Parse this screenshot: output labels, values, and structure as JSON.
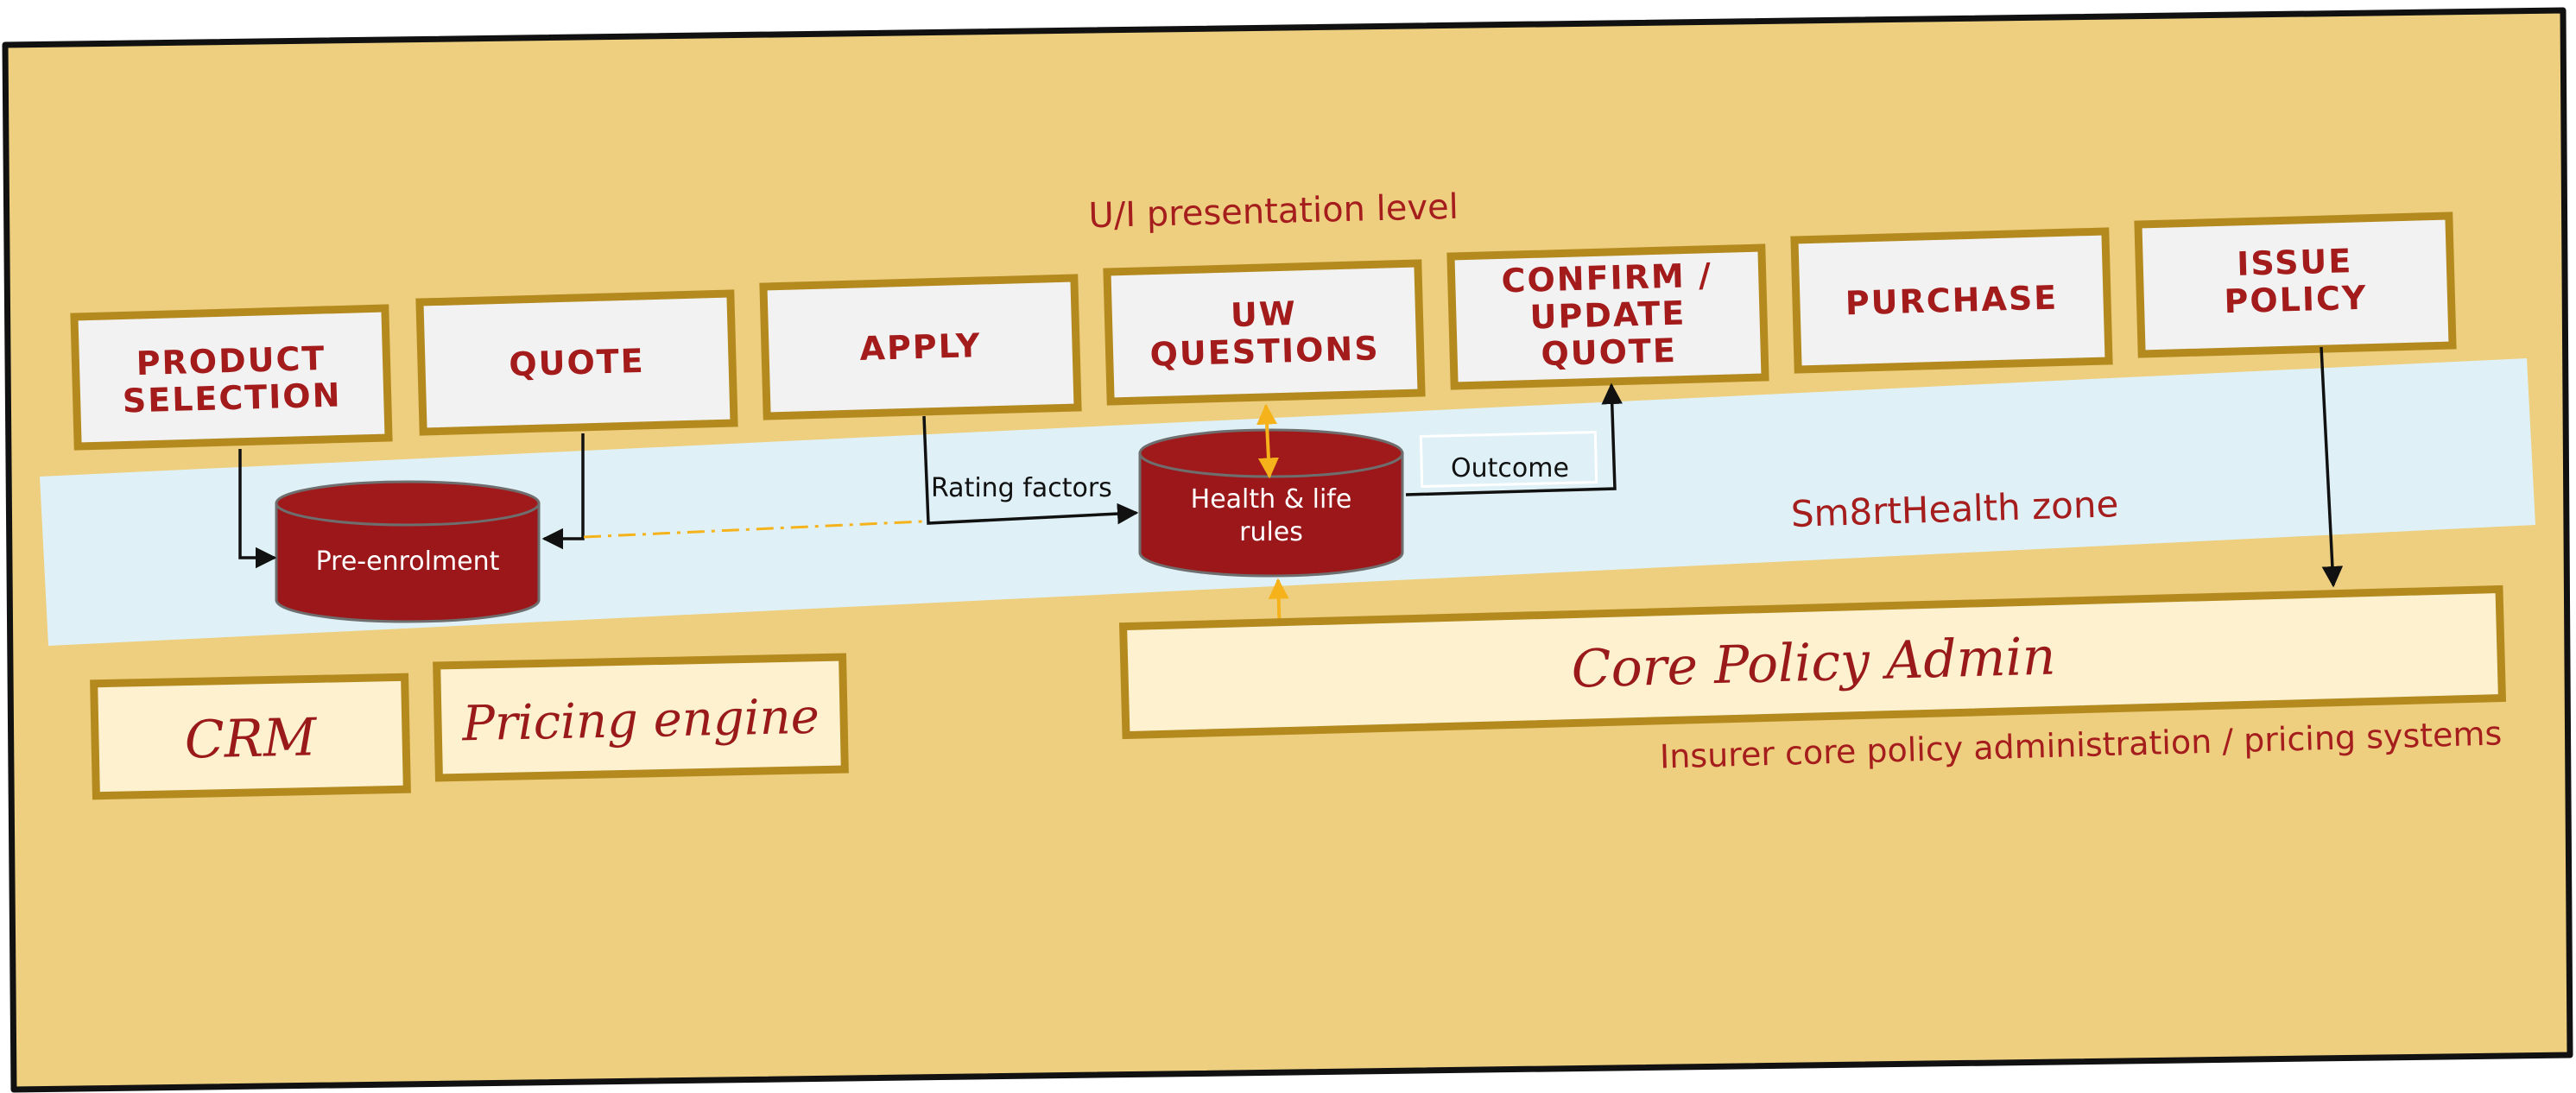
{
  "diagram": {
    "ui_level_label": "U/I presentation level",
    "zone_label": "Sm8rtHealth zone",
    "insurer_label": "Insurer core policy administration / pricing systems",
    "steps": [
      {
        "line1": "PRODUCT",
        "line2": "SELECTION"
      },
      {
        "line1": "QUOTE"
      },
      {
        "line1": "APPLY"
      },
      {
        "line1": "UW",
        "line2": "QUESTIONS"
      },
      {
        "line1": "CONFIRM /",
        "line2": "UPDATE",
        "line3": "QUOTE"
      },
      {
        "line1": "PURCHASE"
      },
      {
        "line1": "ISSUE",
        "line2": "POLICY"
      }
    ],
    "databases": {
      "pre_enrolment": "Pre-enrolment",
      "health_rules_line1": "Health & life",
      "health_rules_line2": "rules"
    },
    "edge_labels": {
      "rating_factors": "Rating factors",
      "outcome": "Outcome"
    },
    "systems": {
      "crm": "CRM",
      "pricing_engine": "Pricing engine",
      "core_policy_admin": "Core Policy Admin"
    },
    "colors": {
      "panel": "#edcf7f",
      "zone": "#dff1f7",
      "box_border": "#b48a1f",
      "accent_red": "#a31b1b",
      "database": "#9b1719",
      "link_amber": "#f5b21b"
    }
  }
}
